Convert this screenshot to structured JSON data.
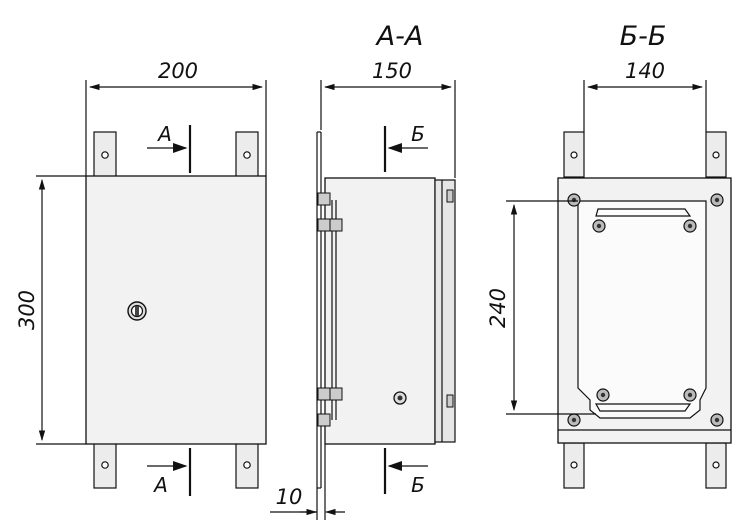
{
  "front_view": {
    "width_label": "200",
    "height_label": "300",
    "section_mark_top": "A",
    "section_mark_bottom": "A"
  },
  "section_aa": {
    "title": "A-A",
    "depth_label": "150",
    "offset_label": "10",
    "section_mark_top": "Б",
    "section_mark_bottom": "Б"
  },
  "section_bb": {
    "title": "Б-Б",
    "width_label": "140",
    "height_label": "240"
  },
  "colors": {
    "line": "#111111",
    "fill": "#f2f2f2"
  }
}
